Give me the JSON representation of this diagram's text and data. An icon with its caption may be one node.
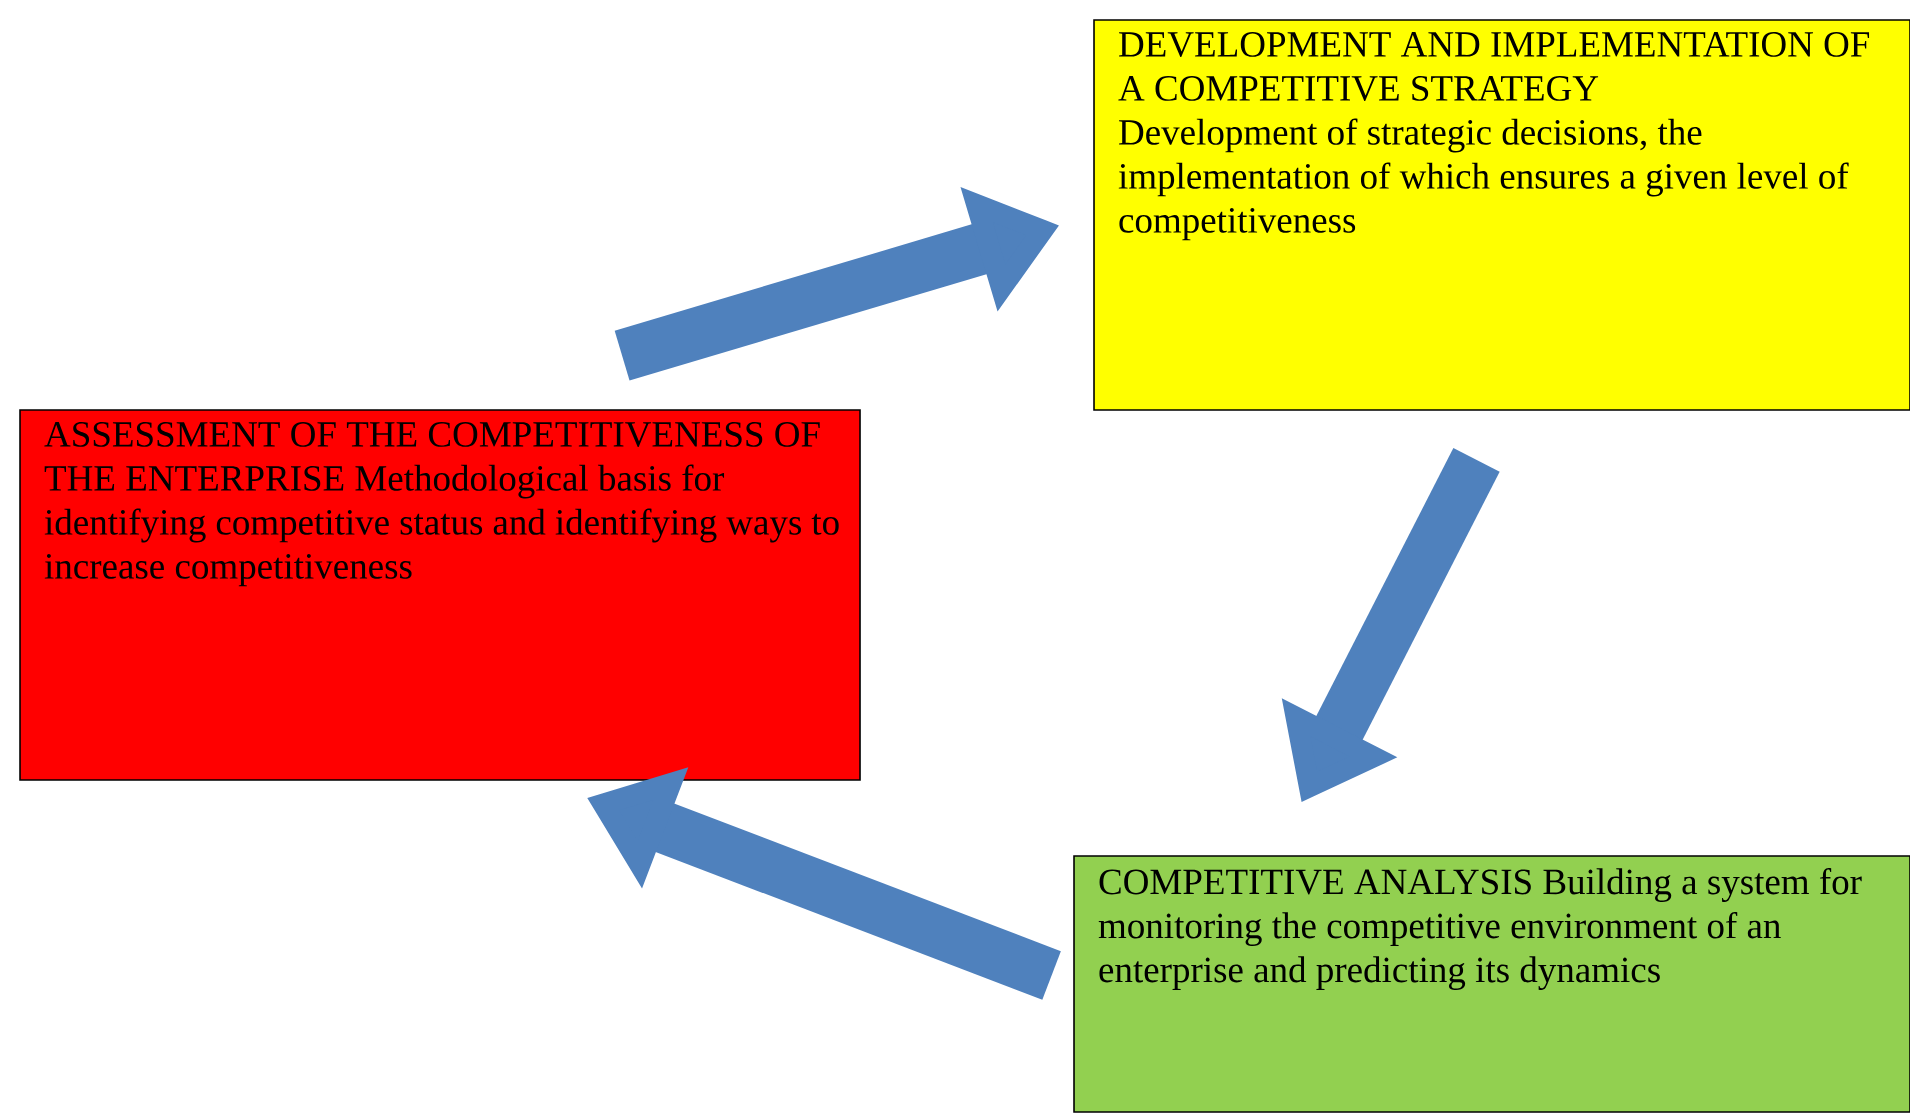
{
  "diagram": {
    "nodes": [
      {
        "text": [
          "ASSESSMENT OF THE COMPETITIVENESS OF THE ENTERPRISE",
          "Methodological basis for identifying competitive status and identifying ways to increase competitiveness"
        ]
      },
      {
        "text": [
          "DEVELOPMENT AND IMPLEMENTATION OF A COMPETITIVE STRATEGY",
          "Development of strategic decisions, the implementation of which ensures a given level of competitiveness"
        ]
      },
      {
        "text": [
          "COMPETITIVE ANALYSIS",
          "Building a system for monitoring the competitive environment of an enterprise and predicting its dynamics"
        ]
      }
    ],
    "edges": [
      {
        "from": 0,
        "to": 1,
        "arrow": "to"
      },
      {
        "from": 1,
        "to": 2,
        "arrow": "to"
      },
      {
        "from": 2,
        "to": 0,
        "arrow": "to"
      }
    ]
  }
}
